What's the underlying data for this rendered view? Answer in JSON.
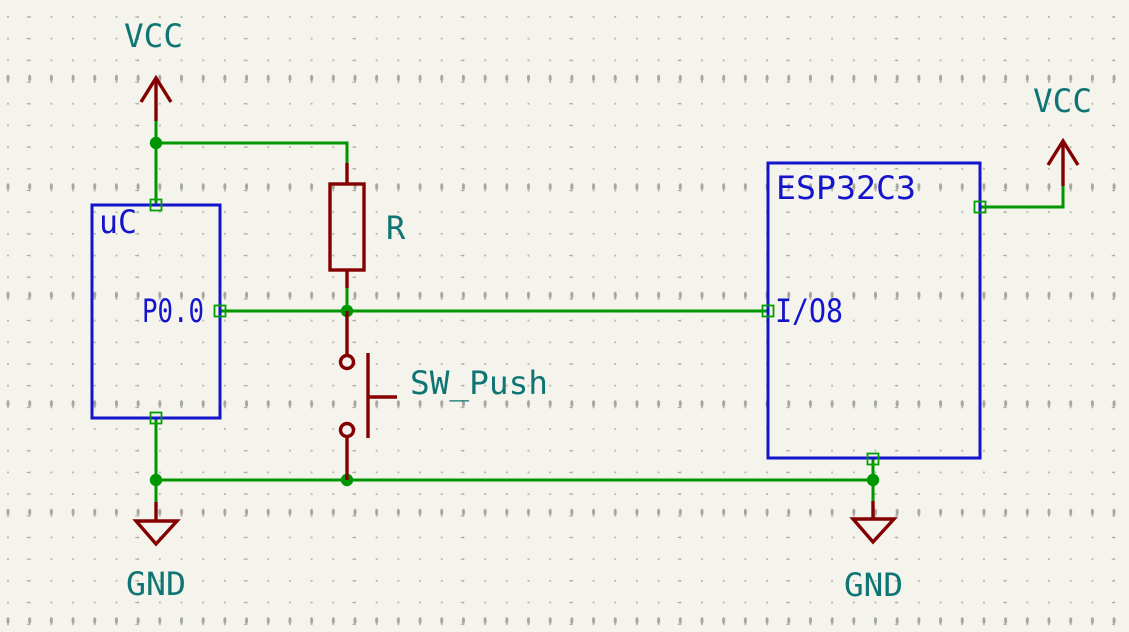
{
  "canvas": {
    "type": "schematic-editor-canvas"
  },
  "colors": {
    "background": "#f4f3ec",
    "grid_dot": "#bab9b2",
    "wire_green": "#009600",
    "device_dark_red": "#840000",
    "component_blue": "#1414cc",
    "field_teal": "#0e7474"
  },
  "power_symbols": {
    "vcc_left": "VCC",
    "vcc_right": "VCC",
    "gnd_left": "GND",
    "gnd_right": "GND"
  },
  "components": {
    "uc": {
      "name": "uC",
      "pin": "P0.0"
    },
    "esp32c3": {
      "name": "ESP32C3",
      "pin": "I/O8"
    },
    "resistor": {
      "value": "R"
    },
    "switch": {
      "value": "SW_Push"
    }
  }
}
